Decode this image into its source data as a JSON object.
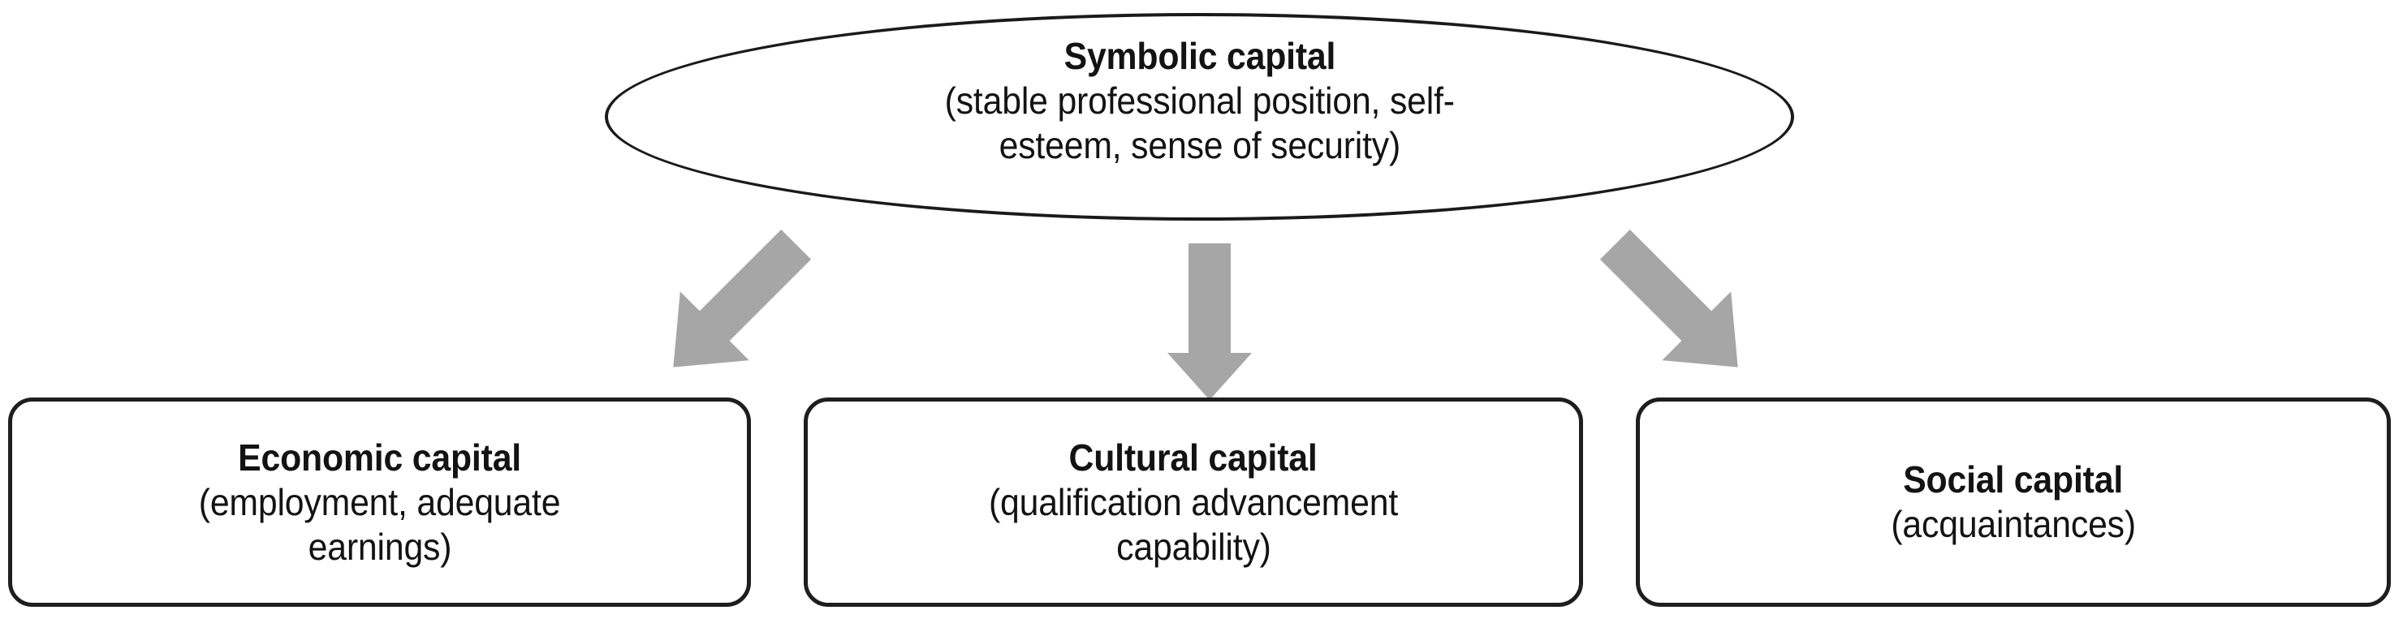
{
  "diagram": {
    "type": "hierarchy-flow",
    "title_node": {
      "shape": "ellipse",
      "title": "Symbolic capital",
      "sub_line_1": "(stable professional position, self-",
      "sub_line_2": "esteem, sense of security)"
    },
    "children": [
      {
        "shape": "rounded-rectangle",
        "title": "Economic capital",
        "sub_line_1": "(employment, adequate",
        "sub_line_2": "earnings)"
      },
      {
        "shape": "rounded-rectangle",
        "title": "Cultural capital",
        "sub_line_1": "(qualification advancement",
        "sub_line_2": "capability)"
      },
      {
        "shape": "rounded-rectangle",
        "title": "Social capital",
        "sub_line_1": "(acquaintances)",
        "sub_line_2": ""
      }
    ],
    "connectors": [
      {
        "name": "arrow-to-economic",
        "direction": "down-left",
        "style": "block-arrow"
      },
      {
        "name": "arrow-to-cultural",
        "direction": "down",
        "style": "block-arrow"
      },
      {
        "name": "arrow-to-social",
        "direction": "down-right",
        "style": "block-arrow"
      }
    ],
    "colors": {
      "background": "#ffffff",
      "node_fill": "#ffffff",
      "node_stroke": "#1a1a1a",
      "text": "#131313",
      "arrow_fill": "#a6a6a6"
    }
  }
}
